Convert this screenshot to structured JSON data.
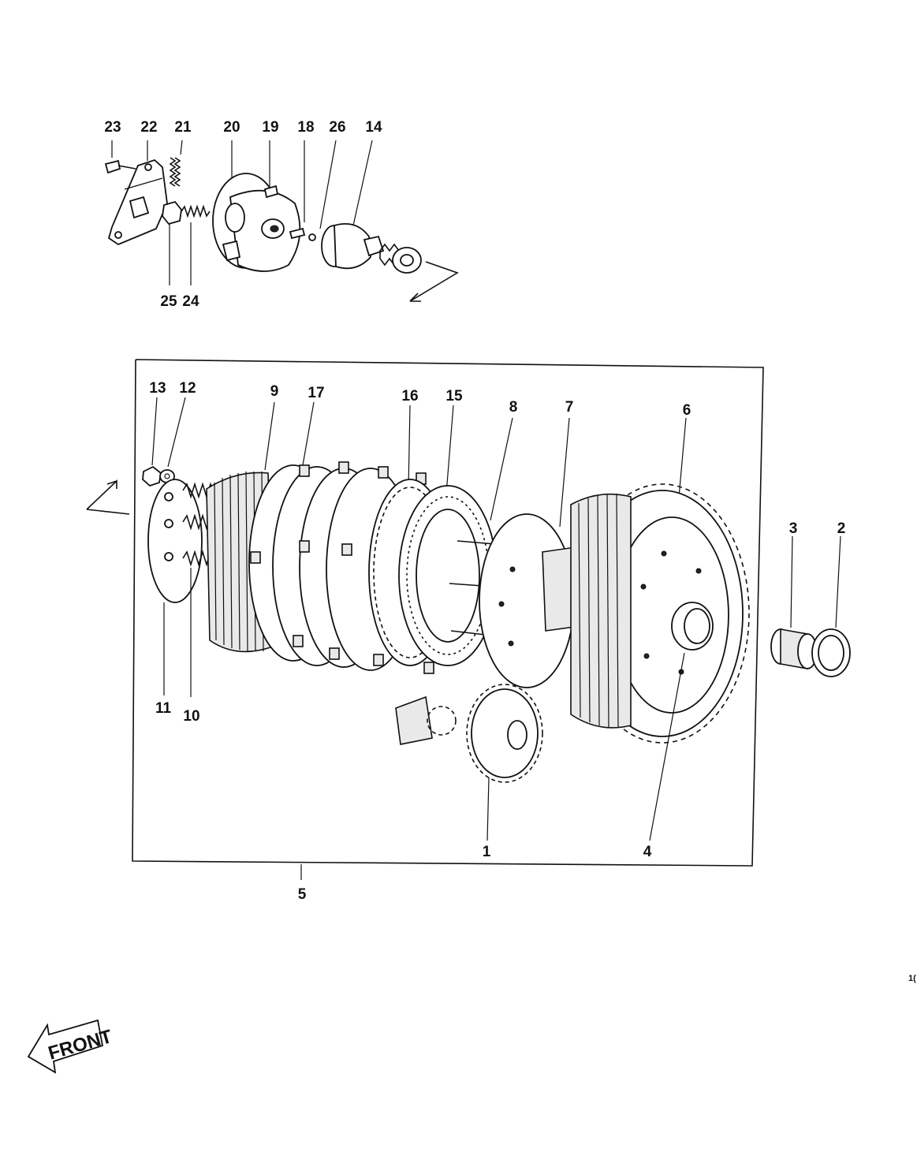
{
  "callouts": {
    "c1": "1",
    "c2": "2",
    "c3": "3",
    "c4": "4",
    "c5": "5",
    "c6": "6",
    "c7": "7",
    "c8": "8",
    "c9": "9",
    "c10": "10",
    "c11": "11",
    "c12": "12",
    "c13": "13",
    "c14": "14",
    "c15": "15",
    "c16": "16",
    "c17": "17",
    "c18": "18",
    "c19": "19",
    "c20": "20",
    "c21": "21",
    "c22": "22",
    "c23": "23",
    "c24": "24",
    "c25": "25",
    "c26": "26"
  },
  "front_label": "FRONT",
  "edge_mark": "1("
}
